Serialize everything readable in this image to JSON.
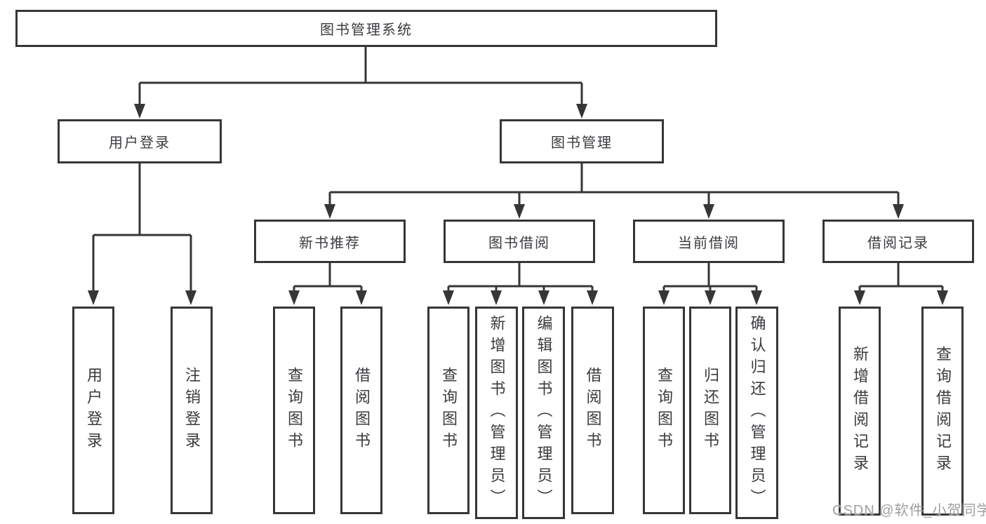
{
  "colors": {
    "line": "#363636",
    "text": "#3b3b40",
    "watermark": "#9e9e9e",
    "background": "#ffffff"
  },
  "tree": {
    "root": "图书管理系统",
    "level2": [
      {
        "label": "用户登录",
        "leaves": [
          "用户登录",
          "注销登录"
        ]
      },
      {
        "label": "图书管理",
        "groups": [
          {
            "label": "新书推荐",
            "leaves": [
              "查询图书",
              "借阅图书"
            ]
          },
          {
            "label": "图书借阅",
            "leaves": [
              "查询图书",
              "新增图书（管理员）",
              "编辑图书（管理员）",
              "借阅图书"
            ]
          },
          {
            "label": "当前借阅",
            "leaves": [
              "查询图书",
              "归还图书",
              "确认归还（管理员）"
            ]
          },
          {
            "label": "借阅记录",
            "leaves": [
              "新增借阅记录",
              "查询借阅记录"
            ]
          }
        ]
      }
    ]
  },
  "watermark": "CSDN @软件_小贺同学"
}
